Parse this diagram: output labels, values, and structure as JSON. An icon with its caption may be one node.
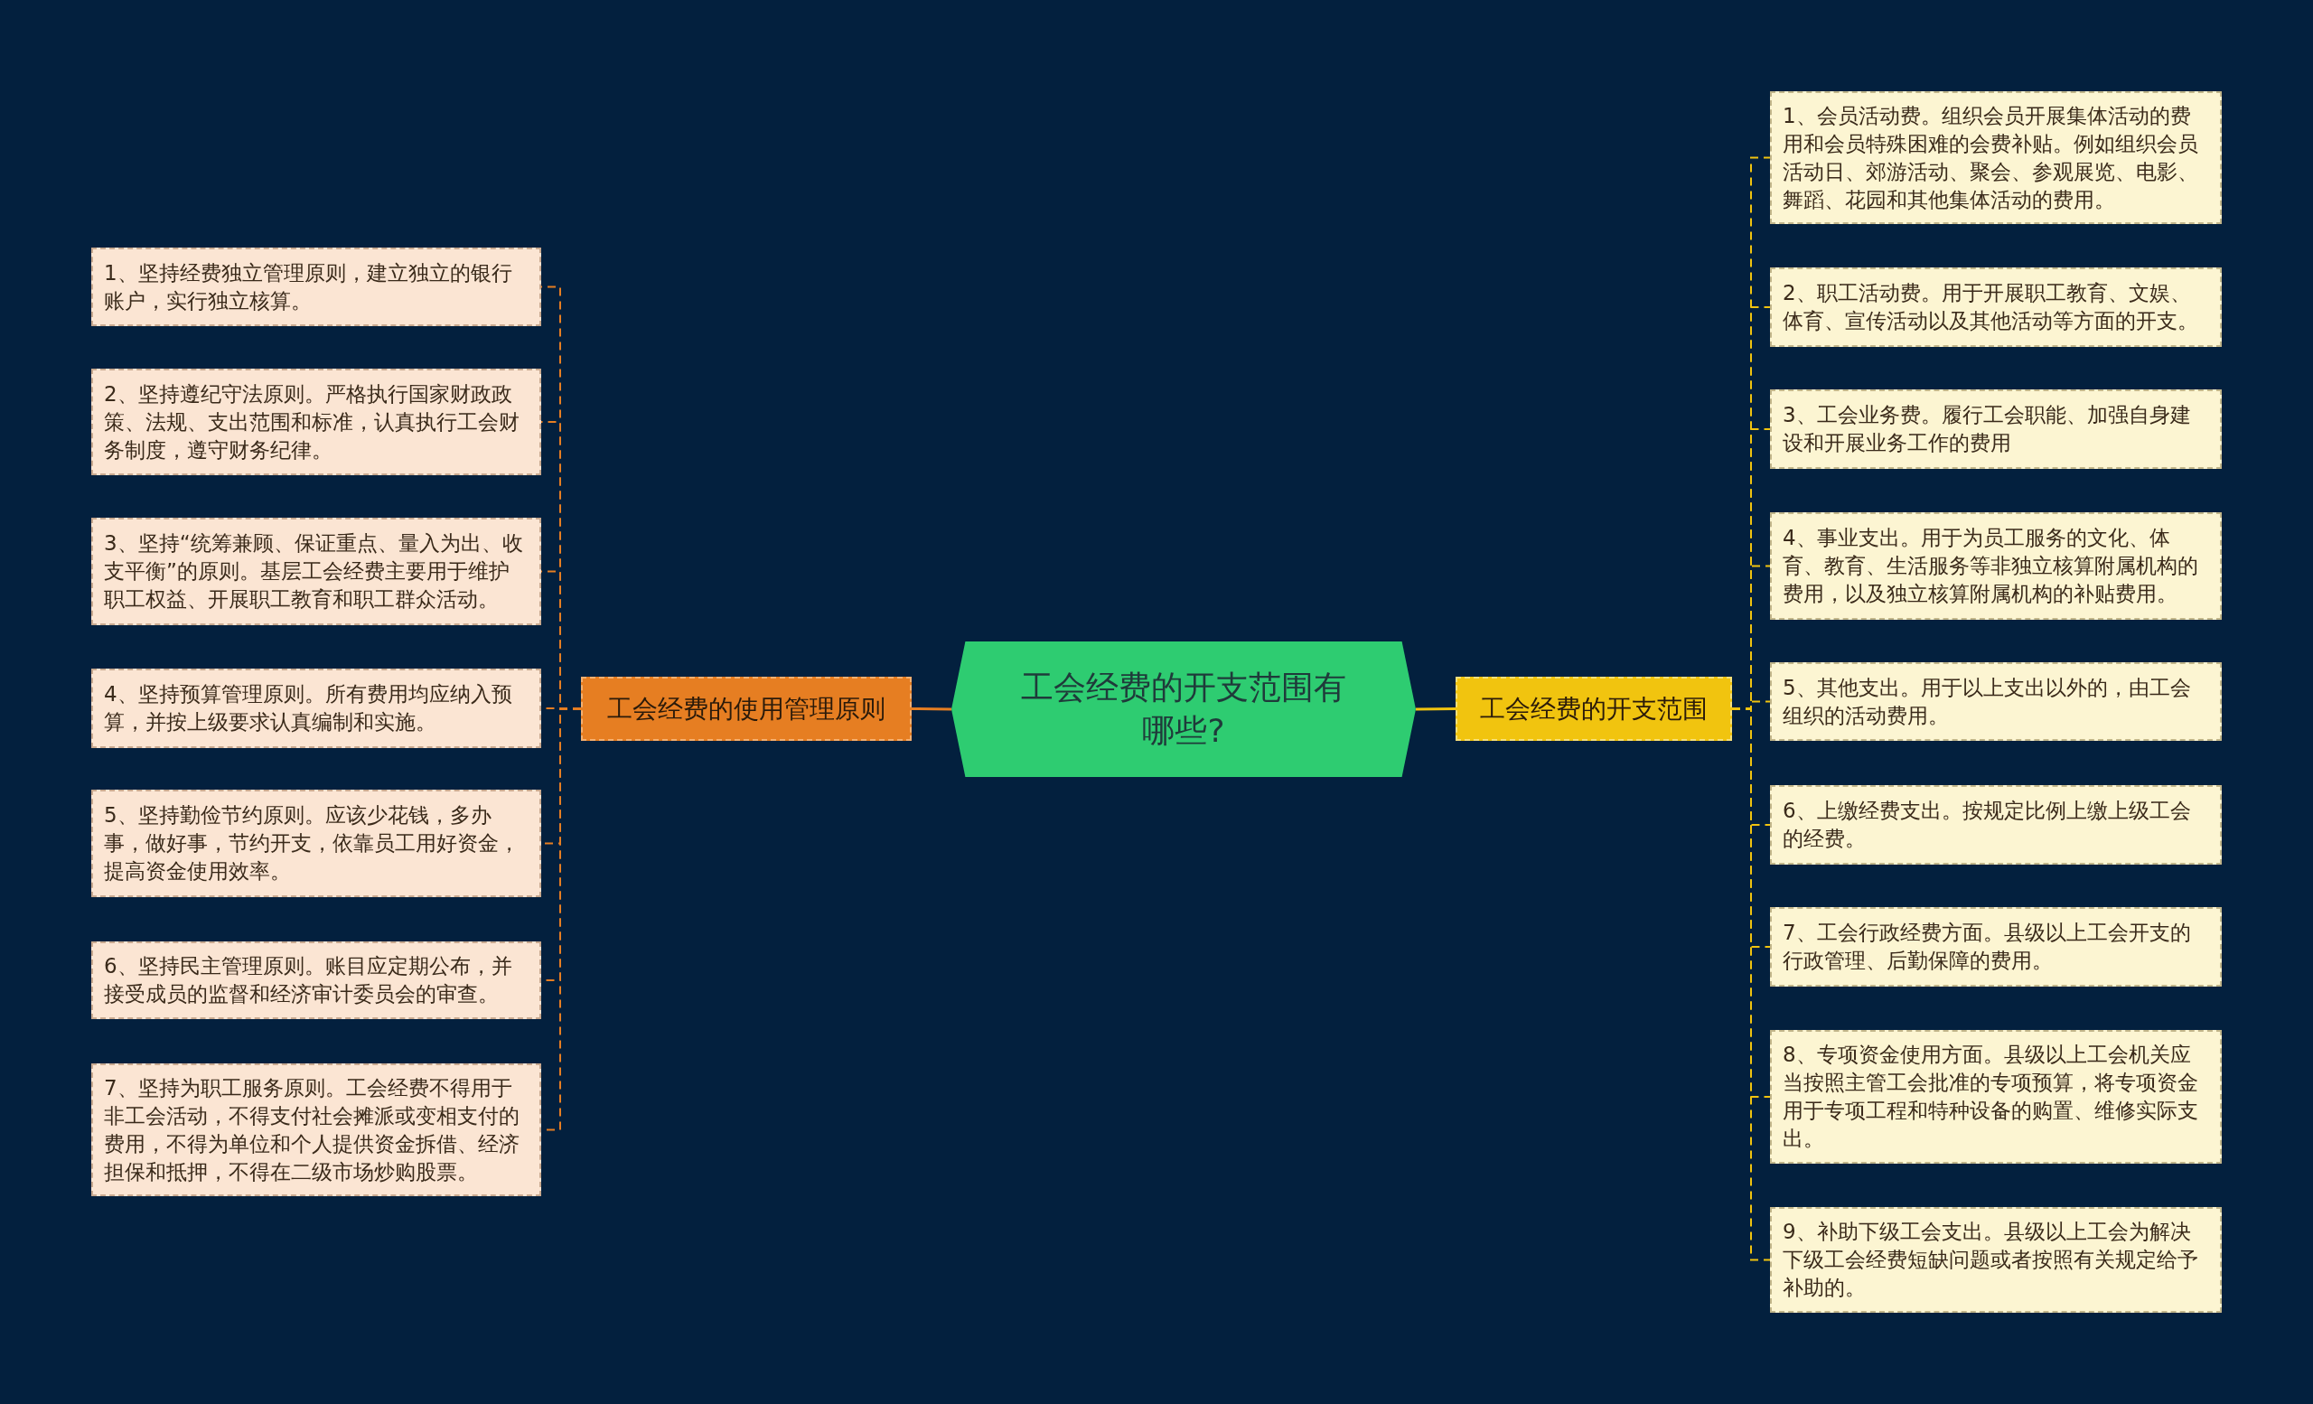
{
  "diagram": {
    "nodes": [
      {
        "text": [
          "工会经费的开支范围有哪些?"
        ]
      },
      {
        "text": [
          "工会经费的使用管理原则"
        ]
      },
      {
        "text": [
          "1、坚持经费独立管理原则，建立独立的银行账户，实行独立核算。"
        ]
      },
      {
        "text": [
          "2、坚持遵纪守法原则。严格执行国家财政政策、法规、支出范围和标准，认真执行工会财务制度，遵守财务纪律。"
        ]
      },
      {
        "text": [
          "3、坚持“统筹兼顾、保证重点、量入为出、收支平衡”的原则。基层工会经费主要用于维护职工权益、开展职工教育和职工群众活动。"
        ]
      },
      {
        "text": [
          "4、坚持预算管理原则。所有费用均应纳入预算，并按上级要求认真编制和实施。"
        ]
      },
      {
        "text": [
          "5、坚持勤俭节约原则。应该少花钱，多办事，做好事，节约开支，依靠员工用好资金，提高资金使用效率。"
        ]
      },
      {
        "text": [
          "6、坚持民主管理原则。账目应定期公布，并接受成员的监督和经济审计委员会的审查。"
        ]
      },
      {
        "text": [
          "7、坚持为职工服务原则。工会经费不得用于非工会活动，不得支付社会摊派或变相支付的费用，不得为单位和个人提供资金拆借、经济担保和抵押，不得在二级市场炒购股票。"
        ]
      },
      {
        "text": [
          "工会经费的开支范围"
        ]
      },
      {
        "text": [
          "1、会员活动费。组织会员开展集体活动的费用和会员特殊困难的会费补贴。例如组织会员活动日、郊游活动、聚会、参观展览、电影、舞蹈、花园和其他集体活动的费用。"
        ]
      },
      {
        "text": [
          "2、职工活动费。用于开展职工教育、文娱、体育、宣传活动以及其他活动等方面的开支。"
        ]
      },
      {
        "text": [
          "3、工会业务费。履行工会职能、加强自身建设和开展业务工作的费用"
        ]
      },
      {
        "text": [
          "4、事业支出。用于为员工服务的文化、体育、教育、生活服务等非独立核算附属机构的费用，以及独立核算附属机构的补贴费用。"
        ]
      },
      {
        "text": [
          "5、其他支出。用于以上支出以外的，由工会组织的活动费用。"
        ]
      },
      {
        "text": [
          "6、上缴经费支出。按规定比例上缴上级工会的经费。"
        ]
      },
      {
        "text": [
          "7、工会行政经费方面。县级以上工会开支的行政管理、后勤保障的费用。"
        ]
      },
      {
        "text": [
          "8、专项资金使用方面。县级以上工会机关应当按照主管工会批准的专项预算，将专项资金用于专项工程和特种设备的购置、维修实际支出。"
        ]
      },
      {
        "text": [
          "9、补助下级工会支出。县级以上工会为解决下级工会经费短缺问题或者按照有关规定给予补助的。"
        ]
      }
    ],
    "edges": [
      {
        "from": 0,
        "to": 1,
        "arrow": "none",
        "color": "#e67e22"
      },
      {
        "from": 1,
        "to": 2,
        "arrow": "none",
        "style": "dashed",
        "color": "#e67e22"
      },
      {
        "from": 1,
        "to": 3,
        "arrow": "none",
        "style": "dashed",
        "color": "#e67e22"
      },
      {
        "from": 1,
        "to": 4,
        "arrow": "none",
        "style": "dashed",
        "color": "#e67e22"
      },
      {
        "from": 1,
        "to": 5,
        "arrow": "none",
        "style": "dashed",
        "color": "#e67e22"
      },
      {
        "from": 1,
        "to": 6,
        "arrow": "none",
        "style": "dashed",
        "color": "#e67e22"
      },
      {
        "from": 1,
        "to": 7,
        "arrow": "none",
        "style": "dashed",
        "color": "#e67e22"
      },
      {
        "from": 1,
        "to": 8,
        "arrow": "none",
        "style": "dashed",
        "color": "#e67e22"
      },
      {
        "from": 0,
        "to": 9,
        "arrow": "none",
        "color": "#f1c40f"
      },
      {
        "from": 9,
        "to": 10,
        "arrow": "none",
        "style": "dashed",
        "color": "#f1c40f"
      },
      {
        "from": 9,
        "to": 11,
        "arrow": "none",
        "style": "dashed",
        "color": "#f1c40f"
      },
      {
        "from": 9,
        "to": 12,
        "arrow": "none",
        "style": "dashed",
        "color": "#f1c40f"
      },
      {
        "from": 9,
        "to": 13,
        "arrow": "none",
        "style": "dashed",
        "color": "#f1c40f"
      },
      {
        "from": 9,
        "to": 14,
        "arrow": "none",
        "style": "dashed",
        "color": "#f1c40f"
      },
      {
        "from": 9,
        "to": 15,
        "arrow": "none",
        "style": "dashed",
        "color": "#f1c40f"
      },
      {
        "from": 9,
        "to": 16,
        "arrow": "none",
        "style": "dashed",
        "color": "#f1c40f"
      },
      {
        "from": 9,
        "to": 17,
        "arrow": "none",
        "style": "dashed",
        "color": "#f1c40f"
      },
      {
        "from": 9,
        "to": 18,
        "arrow": "none",
        "style": "dashed",
        "color": "#f1c40f"
      }
    ]
  }
}
